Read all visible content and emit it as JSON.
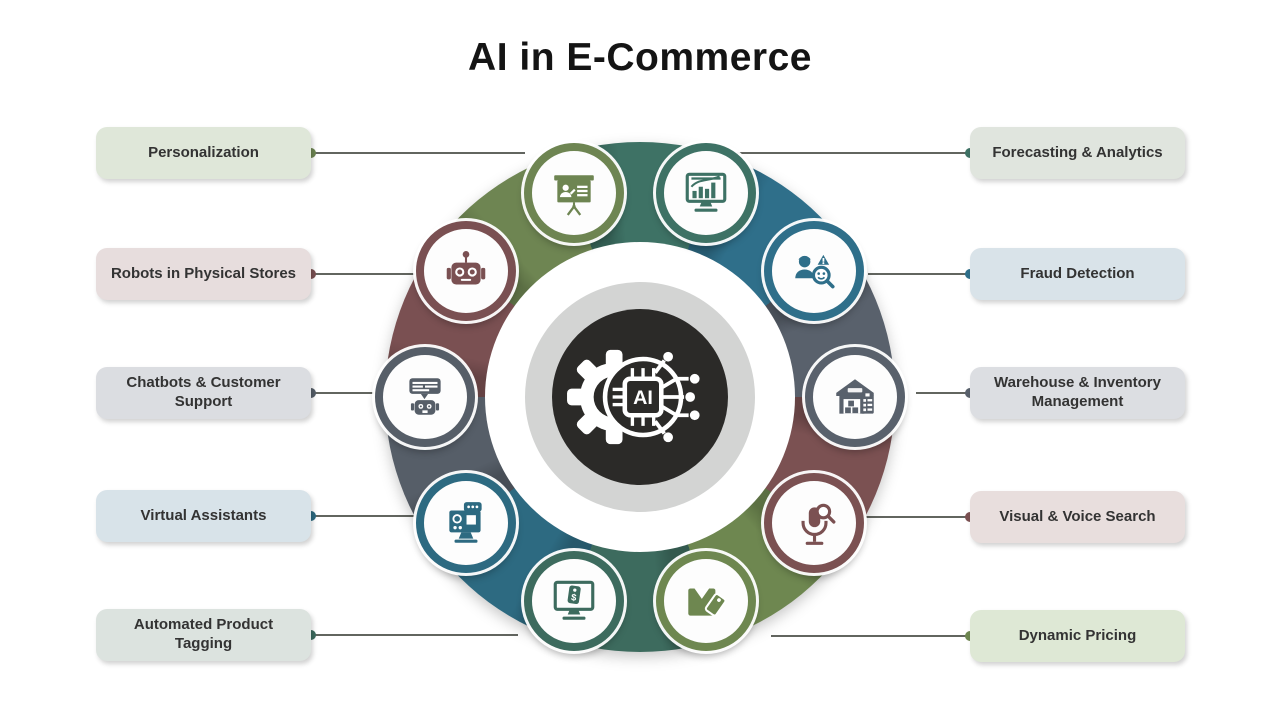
{
  "title": "AI in E-Commerce",
  "center": {
    "icon": "ai-chip-gear-icon",
    "chip_text": "AI",
    "gray_bg": "#d3d4d3",
    "dark_bg": "#2b2a28"
  },
  "items": [
    {
      "id": "personalization",
      "label": "Personalization",
      "color": "#6e8552",
      "tint": "#dfe7d9",
      "icon": "presentation-audience-icon"
    },
    {
      "id": "robots-in-physical-stores",
      "label": "Robots in Physical Stores",
      "color": "#7a5052",
      "tint": "#e7dddd",
      "icon": "robot-head-icon"
    },
    {
      "id": "chatbots-customer-support",
      "label": "Chatbots & Customer Support",
      "color": "#565e68",
      "tint": "#dbdde1",
      "icon": "chatbot-support-icon"
    },
    {
      "id": "virtual-assistants",
      "label": "Virtual Assistants",
      "color": "#2d6a81",
      "tint": "#d8e3e9",
      "icon": "assistant-monitor-icon"
    },
    {
      "id": "automated-product-tagging",
      "label": "Automated Product Tagging",
      "color": "#3d6b5e",
      "tint": "#dce3df",
      "icon": "tagging-monitor-icon"
    },
    {
      "id": "forecasting-analytics",
      "label": "Forecasting & Analytics",
      "color": "#3e7265",
      "tint": "#e0e5de",
      "icon": "analytics-monitor-icon"
    },
    {
      "id": "fraud-detection",
      "label": "Fraud Detection",
      "color": "#2f6f8a",
      "tint": "#d9e3e9",
      "icon": "fraud-detection-icon"
    },
    {
      "id": "warehouse-inventory-management",
      "label": "Warehouse & Inventory Management",
      "color": "#59616c",
      "tint": "#dcdee2",
      "icon": "warehouse-icon"
    },
    {
      "id": "visual-voice-search",
      "label": "Visual & Voice Search",
      "color": "#7b5152",
      "tint": "#e8dedd",
      "icon": "voice-search-icon"
    },
    {
      "id": "dynamic-pricing",
      "label": "Dynamic Pricing",
      "color": "#6e8750",
      "tint": "#dee8d5",
      "icon": "price-tag-bag-icon"
    }
  ],
  "tag_symbol": "$",
  "ring_sequence": [
    "forecasting-analytics",
    "fraud-detection",
    "warehouse-inventory-management",
    "visual-voice-search",
    "dynamic-pricing",
    "automated-product-tagging",
    "virtual-assistants",
    "chatbots-customer-support",
    "robots-in-physical-stores",
    "personalization"
  ]
}
